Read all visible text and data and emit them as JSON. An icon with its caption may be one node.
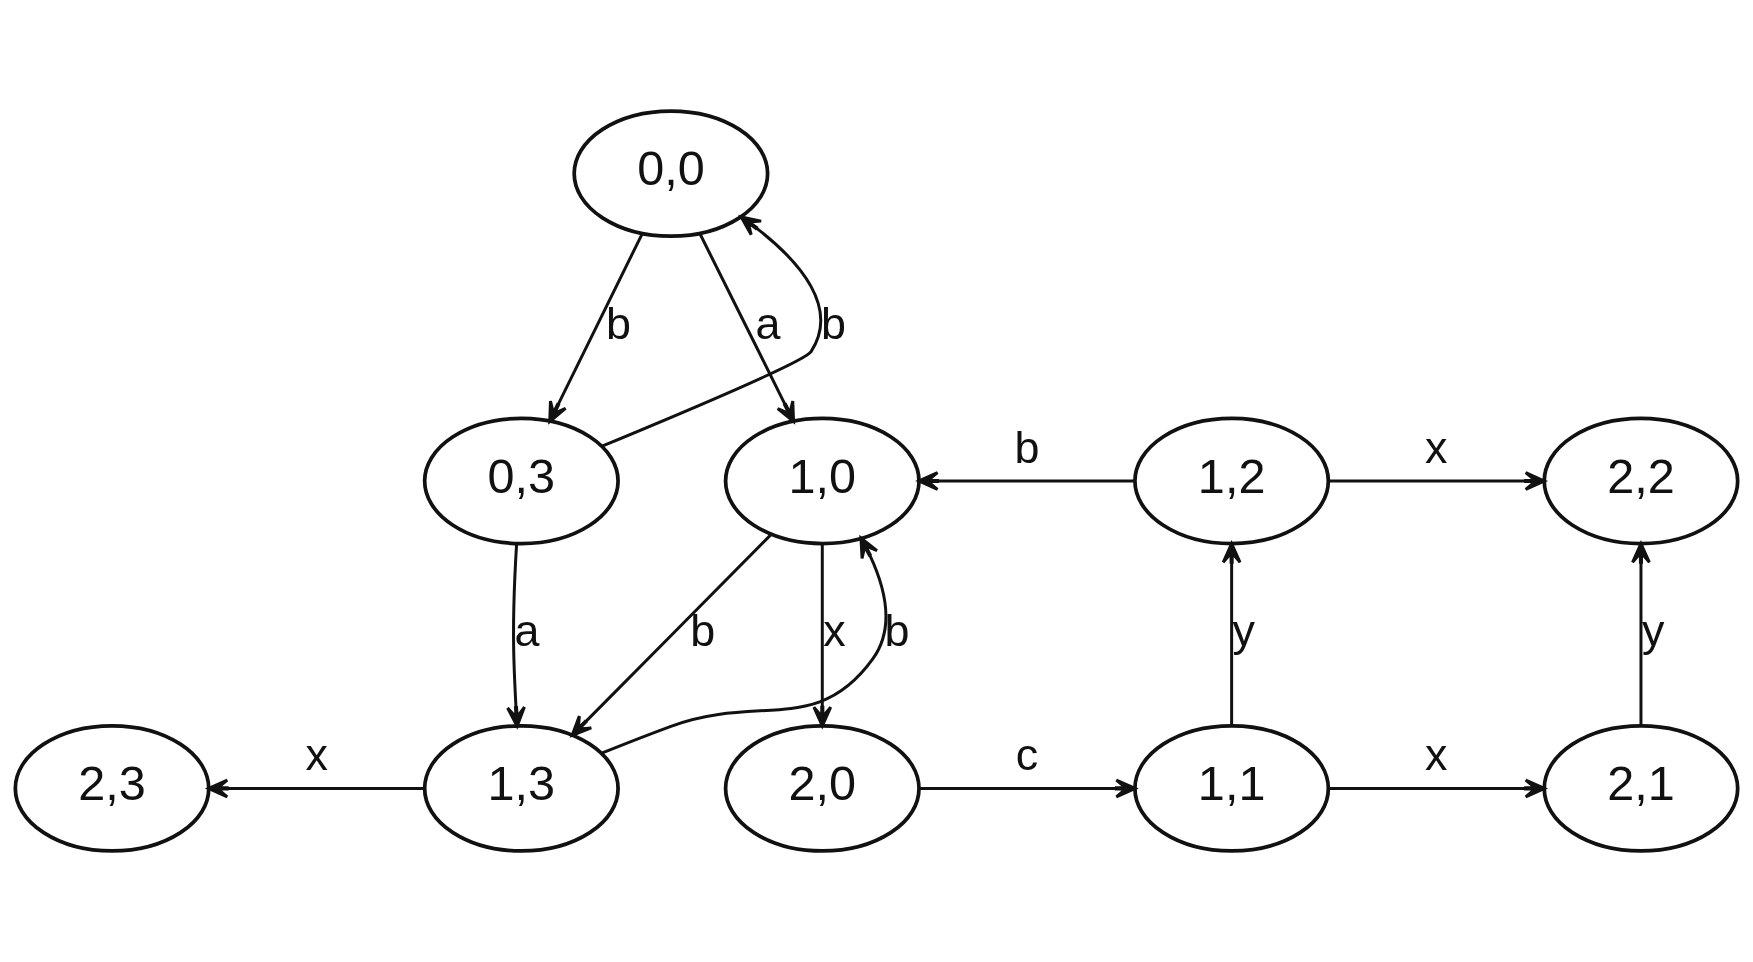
{
  "diagram": {
    "nodes": [
      {
        "text": [
          "0,0"
        ]
      },
      {
        "text": [
          "0,3"
        ]
      },
      {
        "text": [
          "1,0"
        ]
      },
      {
        "text": [
          "1,2"
        ]
      },
      {
        "text": [
          "2,2"
        ]
      },
      {
        "text": [
          "2,3"
        ]
      },
      {
        "text": [
          "1,3"
        ]
      },
      {
        "text": [
          "2,0"
        ]
      },
      {
        "text": [
          "1,1"
        ]
      },
      {
        "text": [
          "2,1"
        ]
      }
    ],
    "edges": [
      {
        "from": 0,
        "to": 1,
        "arrow": "to",
        "label": "b"
      },
      {
        "from": 1,
        "to": 0,
        "arrow": "to",
        "label": "b"
      },
      {
        "from": 0,
        "to": 2,
        "arrow": "to",
        "label": "a"
      },
      {
        "from": 1,
        "to": 6,
        "arrow": "to",
        "label": "a"
      },
      {
        "from": 2,
        "to": 6,
        "arrow": "to",
        "label": "b"
      },
      {
        "from": 6,
        "to": 2,
        "arrow": "to",
        "label": "b"
      },
      {
        "from": 6,
        "to": 5,
        "arrow": "to",
        "label": "x"
      },
      {
        "from": 2,
        "to": 7,
        "arrow": "to",
        "label": "x"
      },
      {
        "from": 7,
        "to": 8,
        "arrow": "to",
        "label": "c"
      },
      {
        "from": 8,
        "to": 3,
        "arrow": "to",
        "label": "y"
      },
      {
        "from": 3,
        "to": 2,
        "arrow": "to",
        "label": "b"
      },
      {
        "from": 3,
        "to": 4,
        "arrow": "to",
        "label": "x"
      },
      {
        "from": 8,
        "to": 9,
        "arrow": "to",
        "label": "x"
      },
      {
        "from": 9,
        "to": 4,
        "arrow": "to",
        "label": "y"
      }
    ]
  }
}
